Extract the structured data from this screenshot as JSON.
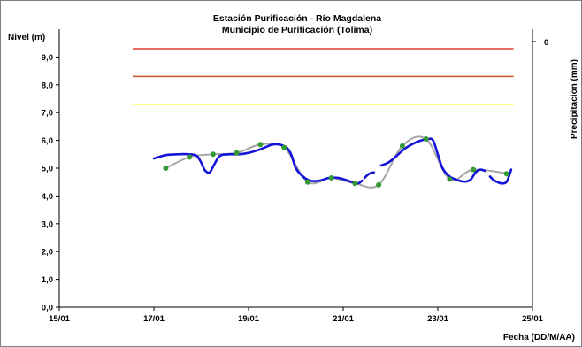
{
  "chart_data": {
    "type": "line",
    "title": "Estación Purificación - Río Magdalena",
    "subtitle": "Municipio de Purificación (Tolima)",
    "ylabel": "Nivel (m)",
    "y2label": "Precipitacion (mm)",
    "xlabel": "Fecha (DD/M/AA)",
    "ylim": [
      0,
      10
    ],
    "yticks": [
      "0,0",
      "1,0",
      "2,0",
      "3,0",
      "4,0",
      "5,0",
      "6,0",
      "7,0",
      "8,0",
      "9,0"
    ],
    "y2ticks": [
      "0"
    ],
    "xlim": [
      15,
      25
    ],
    "xticks": [
      {
        "x": 15,
        "label": "15/01"
      },
      {
        "x": 17,
        "label": "17/01"
      },
      {
        "x": 19,
        "label": "19/01"
      },
      {
        "x": 21,
        "label": "21/01"
      },
      {
        "x": 23,
        "label": "23/01"
      },
      {
        "x": 25,
        "label": "25/01"
      }
    ],
    "thresholds": [
      {
        "y": 9.3,
        "x": [
          16.55,
          24.6
        ],
        "color": "#e03c31"
      },
      {
        "y": 8.3,
        "x": [
          16.55,
          24.6
        ],
        "color": "#c0582a"
      },
      {
        "y": 7.3,
        "x": [
          16.55,
          24.6
        ],
        "color": "#ffff00"
      }
    ],
    "series": [
      {
        "color": "#1414d8",
        "segments": [
          [
            [
              17.0,
              5.35
            ],
            [
              17.1,
              5.4
            ],
            [
              17.25,
              5.47
            ],
            [
              17.5,
              5.5
            ],
            [
              17.75,
              5.5
            ],
            [
              17.9,
              5.45
            ],
            [
              18.0,
              5.2
            ],
            [
              18.08,
              4.92
            ],
            [
              18.18,
              4.85
            ],
            [
              18.28,
              5.15
            ],
            [
              18.4,
              5.45
            ],
            [
              18.6,
              5.5
            ],
            [
              18.8,
              5.5
            ],
            [
              19.0,
              5.55
            ],
            [
              19.2,
              5.65
            ],
            [
              19.35,
              5.75
            ],
            [
              19.5,
              5.85
            ],
            [
              19.65,
              5.85
            ],
            [
              19.8,
              5.75
            ],
            [
              19.9,
              5.5
            ],
            [
              20.0,
              5.0
            ],
            [
              20.15,
              4.7
            ],
            [
              20.3,
              4.55
            ],
            [
              20.5,
              4.55
            ],
            [
              20.7,
              4.65
            ],
            [
              20.9,
              4.65
            ],
            [
              21.1,
              4.55
            ],
            [
              21.3,
              4.45
            ],
            [
              21.4,
              4.55
            ]
          ],
          [
            [
              21.45,
              4.65
            ],
            [
              21.55,
              4.8
            ],
            [
              21.65,
              4.85
            ]
          ],
          [
            [
              21.8,
              5.1
            ],
            [
              21.95,
              5.2
            ],
            [
              22.1,
              5.4
            ],
            [
              22.3,
              5.7
            ],
            [
              22.5,
              5.9
            ],
            [
              22.65,
              6.0
            ],
            [
              22.8,
              6.05
            ],
            [
              22.9,
              6.0
            ],
            [
              23.0,
              5.5
            ],
            [
              23.1,
              5.0
            ],
            [
              23.25,
              4.7
            ],
            [
              23.45,
              4.55
            ],
            [
              23.6,
              4.52
            ],
            [
              23.7,
              4.6
            ],
            [
              23.8,
              4.85
            ],
            [
              23.9,
              4.95
            ],
            [
              24.0,
              4.9
            ]
          ],
          [
            [
              24.1,
              4.7
            ],
            [
              24.2,
              4.55
            ],
            [
              24.35,
              4.45
            ],
            [
              24.45,
              4.5
            ],
            [
              24.5,
              4.7
            ],
            [
              24.55,
              4.95
            ]
          ]
        ]
      },
      {
        "color": "#a6a6a6",
        "points": [
          [
            17.25,
            5.0
          ],
          [
            17.75,
            5.4
          ],
          [
            18.25,
            5.5
          ],
          [
            18.75,
            5.55
          ],
          [
            19.25,
            5.85
          ],
          [
            19.75,
            5.75
          ],
          [
            20.25,
            4.5
          ],
          [
            20.75,
            4.65
          ],
          [
            21.25,
            4.45
          ],
          [
            21.75,
            4.4
          ],
          [
            22.25,
            5.8
          ],
          [
            22.75,
            6.05
          ],
          [
            23.25,
            4.6
          ],
          [
            23.75,
            4.95
          ],
          [
            24.5,
            4.8
          ]
        ]
      }
    ],
    "markers": {
      "color": "#339933",
      "points": [
        [
          17.25,
          5.0
        ],
        [
          17.75,
          5.4
        ],
        [
          18.25,
          5.5
        ],
        [
          18.75,
          5.55
        ],
        [
          19.25,
          5.85
        ],
        [
          19.75,
          5.75
        ],
        [
          20.25,
          4.5
        ],
        [
          20.75,
          4.65
        ],
        [
          21.25,
          4.45
        ],
        [
          21.75,
          4.4
        ],
        [
          22.25,
          5.8
        ],
        [
          22.75,
          6.05
        ],
        [
          23.25,
          4.6
        ],
        [
          23.75,
          4.95
        ],
        [
          24.45,
          4.8
        ]
      ]
    },
    "grid": false,
    "legend": "none"
  }
}
